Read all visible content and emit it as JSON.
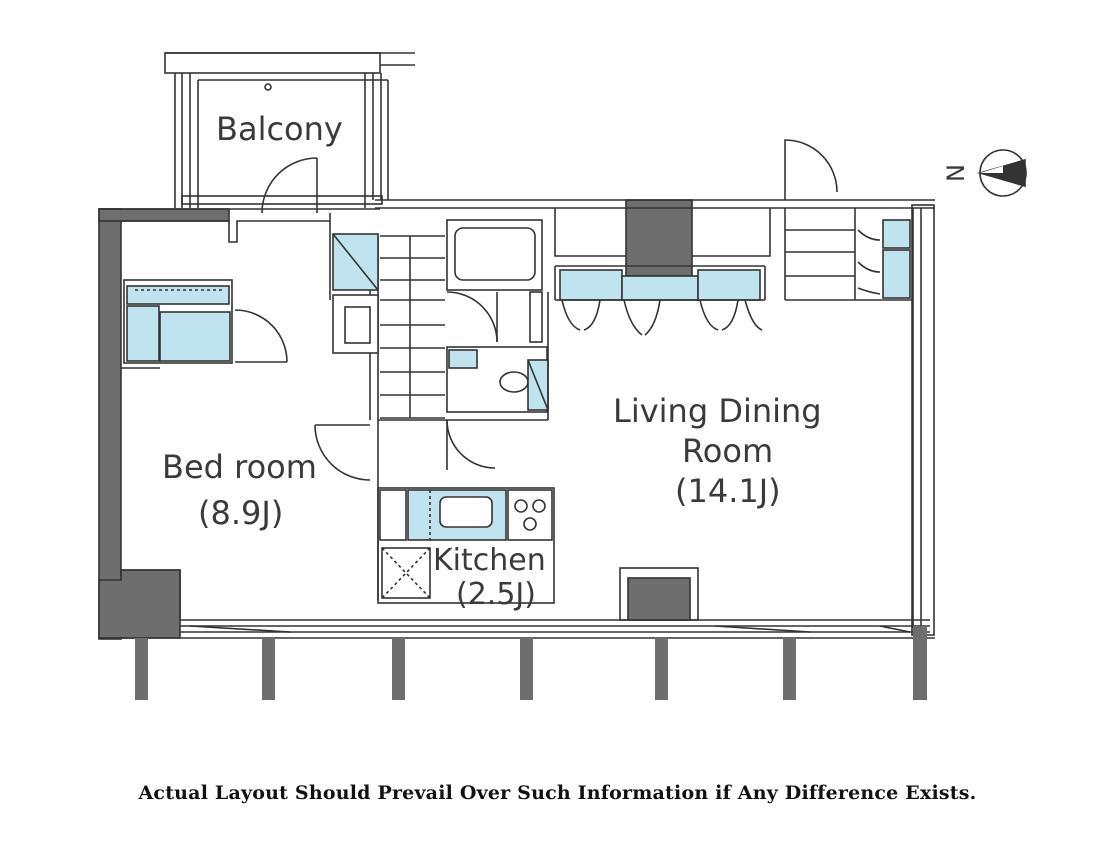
{
  "rooms": {
    "balcony": {
      "name": "Balcony"
    },
    "bedroom": {
      "name": "Bed room",
      "size": "(8.9J)"
    },
    "living": {
      "name_line1": "Living Dining",
      "name_line2": "Room",
      "size": "(14.1J)"
    },
    "kitchen": {
      "name": "Kitchen",
      "size": "(2.5J)"
    }
  },
  "compass": {
    "label": "N"
  },
  "disclaimer": "Actual Layout Should Prevail Over Such Information if Any Difference Exists.",
  "colors": {
    "wall": "#6e6e6e",
    "fixture": "#bfe4ef",
    "line": "#333333"
  }
}
